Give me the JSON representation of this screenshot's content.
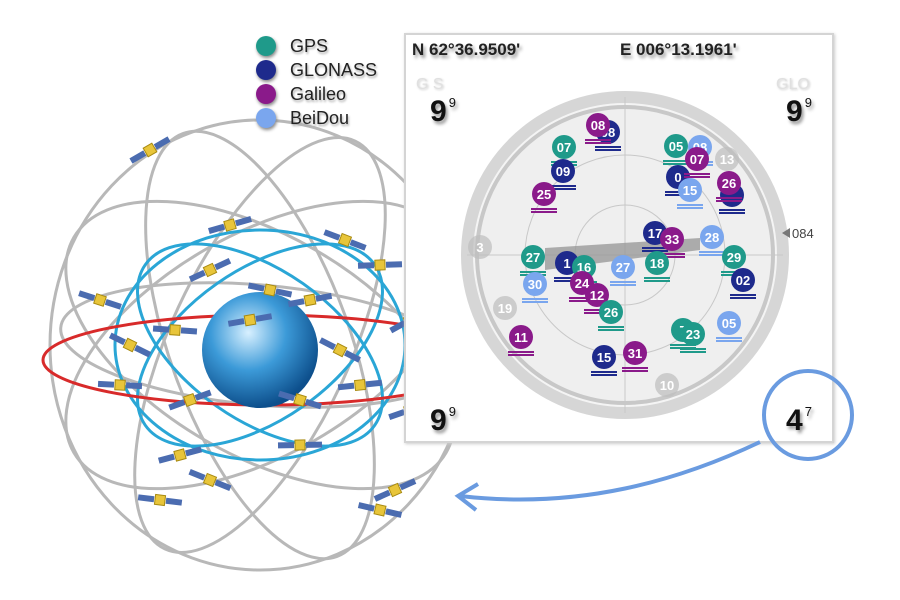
{
  "legend": [
    {
      "label": "GPS",
      "color": "#1f9a8a"
    },
    {
      "label": "GLONASS",
      "color": "#1e2a8c"
    },
    {
      "label": "Galileo",
      "color": "#8a1a8a"
    },
    {
      "label": "BeiDou",
      "color": "#7aa6ee"
    }
  ],
  "panel": {
    "latitude": "N 62°36.9509'",
    "longitude": "E 006°13.1961'",
    "gps_label": "G  S",
    "glo_label": "GLO",
    "gps_count": {
      "main": "9",
      "sup": "9"
    },
    "glo_count": {
      "main": "9",
      "sup": "9"
    },
    "bottom_left_count": {
      "main": "9",
      "sup": "9"
    },
    "bottom_right_count": {
      "main": "4",
      "sup": "7"
    },
    "heading": "084"
  },
  "colors": {
    "gps": "#1f9a8a",
    "glonass": "#1e2a8c",
    "galileo": "#8a1a8a",
    "beidou": "#7aa6ee",
    "inactive": "#bdbdbd",
    "highlight": "#6a9be0"
  },
  "satellites": [
    {
      "id": "3",
      "sys": "inactive"
    },
    {
      "id": "13",
      "sys": "inactive"
    },
    {
      "id": "10",
      "sys": "inactive"
    },
    {
      "id": "19",
      "sys": "inactive"
    },
    {
      "id": "08",
      "sys": "glonass"
    },
    {
      "id": "08",
      "sys": "galileo"
    },
    {
      "id": "07",
      "sys": "gps"
    },
    {
      "id": "09",
      "sys": "glonass"
    },
    {
      "id": "25",
      "sys": "galileo"
    },
    {
      "id": "05",
      "sys": "gps"
    },
    {
      "id": "08",
      "sys": "beidou"
    },
    {
      "id": "0",
      "sys": "glonass"
    },
    {
      "id": "15",
      "sys": "beidou"
    },
    {
      "id": "07",
      "sys": "galileo"
    },
    {
      "id": "",
      "sys": "glonass"
    },
    {
      "id": "26",
      "sys": "galileo"
    },
    {
      "id": "17",
      "sys": "glonass"
    },
    {
      "id": "33",
      "sys": "galileo"
    },
    {
      "id": "28",
      "sys": "beidou"
    },
    {
      "id": "27",
      "sys": "gps"
    },
    {
      "id": "1",
      "sys": "glonass"
    },
    {
      "id": "16",
      "sys": "gps"
    },
    {
      "id": "27",
      "sys": "beidou"
    },
    {
      "id": "18",
      "sys": "gps"
    },
    {
      "id": "29",
      "sys": "gps"
    },
    {
      "id": "02",
      "sys": "glonass"
    },
    {
      "id": "30",
      "sys": "beidou"
    },
    {
      "id": "24",
      "sys": "galileo"
    },
    {
      "id": "12",
      "sys": "galileo"
    },
    {
      "id": "26",
      "sys": "gps"
    },
    {
      "id": "11",
      "sys": "galileo"
    },
    {
      "id": "7",
      "sys": "gps"
    },
    {
      "id": "23",
      "sys": "gps"
    },
    {
      "id": "05",
      "sys": "beidou"
    },
    {
      "id": "15",
      "sys": "glonass"
    },
    {
      "id": "31",
      "sys": "galileo"
    }
  ]
}
